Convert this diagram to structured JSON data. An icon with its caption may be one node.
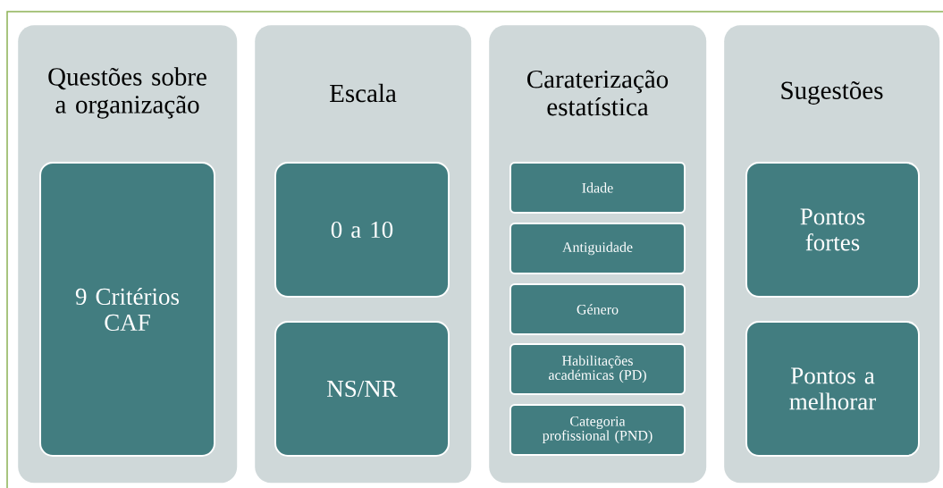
{
  "diagram": {
    "nodes": [
      {
        "text": [
          "Questões sobre a organização"
        ]
      },
      {
        "text": [
          "9 Critérios CAF"
        ],
        "in": 0
      },
      {
        "text": [
          "Escala"
        ]
      },
      {
        "text": [
          "0 a 10"
        ],
        "in": 2
      },
      {
        "text": [
          "NS/NR"
        ],
        "in": 2
      },
      {
        "text": [
          "Caraterização estatística"
        ]
      },
      {
        "text": [
          "Idade"
        ],
        "in": 5
      },
      {
        "text": [
          "Antiguidade"
        ],
        "in": 5
      },
      {
        "text": [
          "Género"
        ],
        "in": 5
      },
      {
        "text": [
          "Habilitações académicas (PD)"
        ],
        "in": 5
      },
      {
        "text": [
          "Categoria profissional (PND)"
        ],
        "in": 5
      },
      {
        "text": [
          "Sugestões"
        ]
      },
      {
        "text": [
          "Pontos fortes"
        ],
        "in": 11
      },
      {
        "text": [
          "Pontos a melhorar"
        ],
        "in": 11
      }
    ]
  }
}
